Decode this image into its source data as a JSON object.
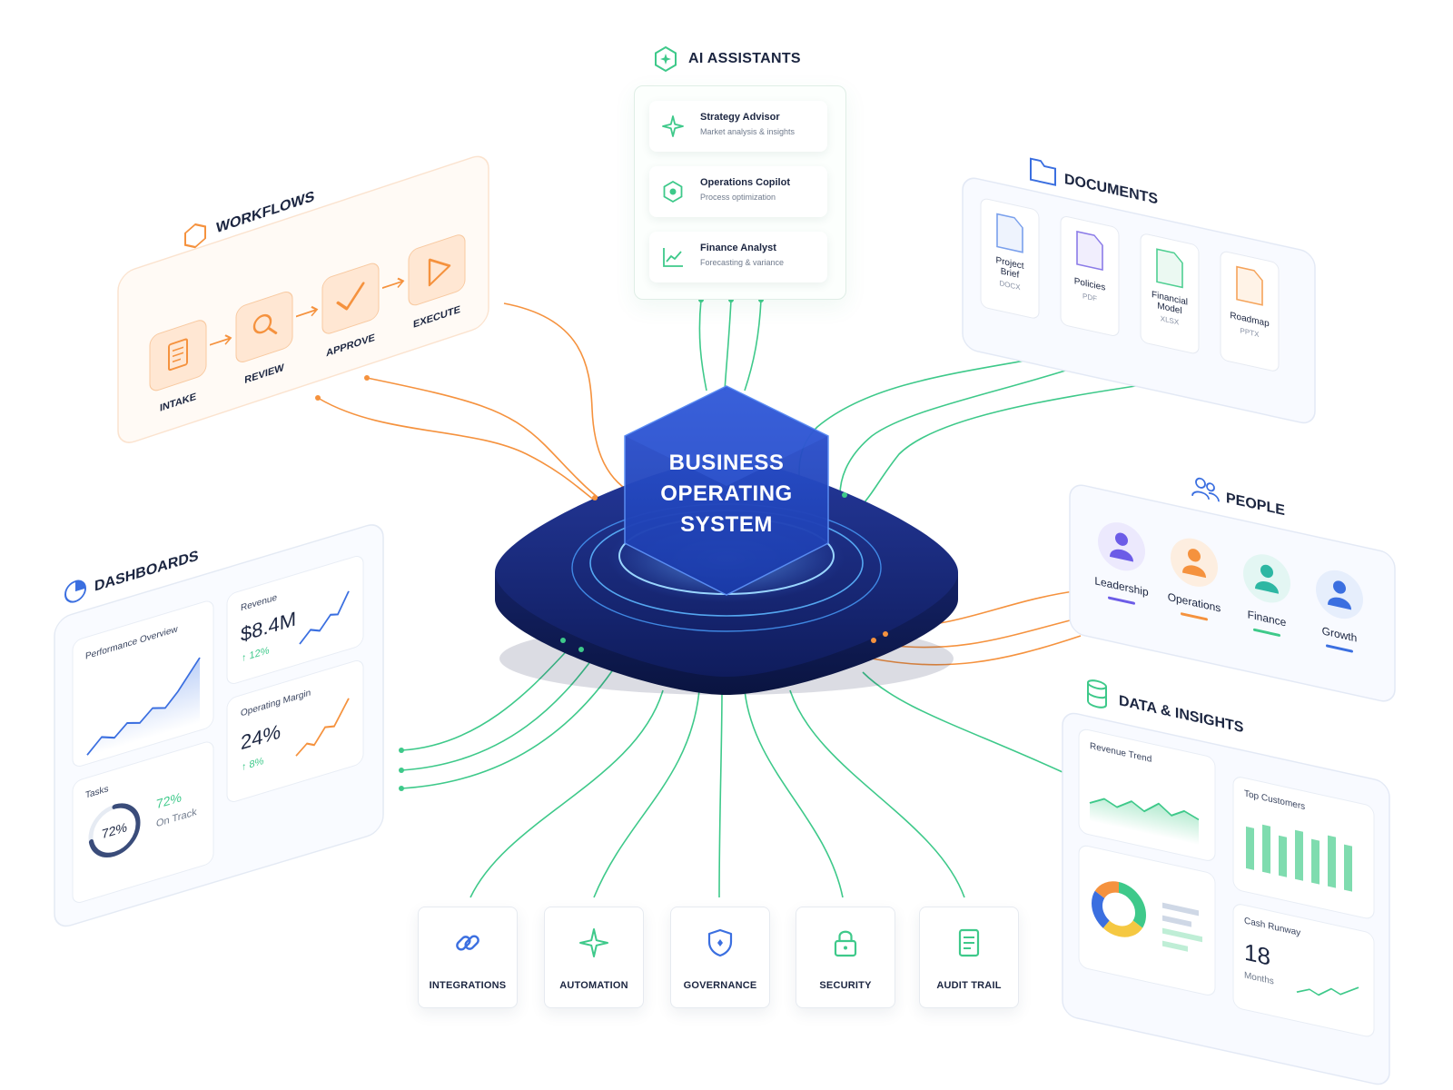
{
  "hub": {
    "line1": "BUSINESS",
    "line2": "OPERATING",
    "line3": "SYSTEM"
  },
  "colors": {
    "green": "#3ec98a",
    "orange": "#f5923e",
    "navy": "#1a2c7a",
    "blue": "#3b6fe0",
    "purple": "#6c5ce7"
  },
  "ai_assistants": {
    "title": "AI ASSISTANTS",
    "icon": "hexagon-sparkle-icon",
    "items": [
      {
        "name": "Strategy Advisor",
        "desc": "Market analysis & insights",
        "icon": "sparkle-icon"
      },
      {
        "name": "Operations Copilot",
        "desc": "Process optimization",
        "icon": "hexagon-icon"
      },
      {
        "name": "Finance Analyst",
        "desc": "Forecasting & variance",
        "icon": "line-chart-icon"
      }
    ]
  },
  "workflows": {
    "title": "WORKFLOWS",
    "icon": "hexagon-icon",
    "steps": [
      {
        "label": "INTAKE",
        "icon": "document-icon"
      },
      {
        "label": "REVIEW",
        "icon": "search-icon"
      },
      {
        "label": "APPROVE",
        "icon": "check-icon"
      },
      {
        "label": "EXECUTE",
        "icon": "play-icon"
      }
    ]
  },
  "documents": {
    "title": "DOCUMENTS",
    "icon": "folder-icon",
    "files": [
      {
        "name_line1": "Project",
        "name_line2": "Brief",
        "type": "DOCX"
      },
      {
        "name_line1": "Policies",
        "name_line2": "",
        "type": "PDF"
      },
      {
        "name_line1": "Financial",
        "name_line2": "Model",
        "type": "XLSX"
      },
      {
        "name_line1": "Roadmap",
        "name_line2": "",
        "type": "PPTX"
      }
    ]
  },
  "people": {
    "title": "PEOPLE",
    "icon": "people-icon",
    "groups": [
      {
        "label": "Leadership"
      },
      {
        "label": "Operations"
      },
      {
        "label": "Finance"
      },
      {
        "label": "Growth"
      }
    ]
  },
  "dashboards": {
    "title": "DASHBOARDS",
    "icon": "pie-chart-icon",
    "performance": {
      "title": "Performance Overview"
    },
    "revenue": {
      "title": "Revenue",
      "value": "$8.4M",
      "change": "↑ 12%"
    },
    "tasks": {
      "title": "Tasks",
      "ring_value": "72%",
      "percent": "72%",
      "status": "On Track",
      "progress": 0.72
    },
    "margin": {
      "title": "Operating Margin",
      "value": "24%",
      "change": "↑ 8%"
    }
  },
  "data_insights": {
    "title": "DATA & INSIGHTS",
    "icon": "database-icon",
    "revenue_trend": {
      "title": "Revenue Trend"
    },
    "top_customers": {
      "title": "Top Customers"
    },
    "cash_runway": {
      "title": "Cash Runway",
      "value": "18",
      "unit": "Months"
    }
  },
  "features": [
    {
      "label": "INTEGRATIONS",
      "icon": "link-icon"
    },
    {
      "label": "AUTOMATION",
      "icon": "sparkle-icon"
    },
    {
      "label": "GOVERNANCE",
      "icon": "shield-icon"
    },
    {
      "label": "SECURITY",
      "icon": "lock-icon"
    },
    {
      "label": "AUDIT TRAIL",
      "icon": "clipboard-icon"
    }
  ]
}
